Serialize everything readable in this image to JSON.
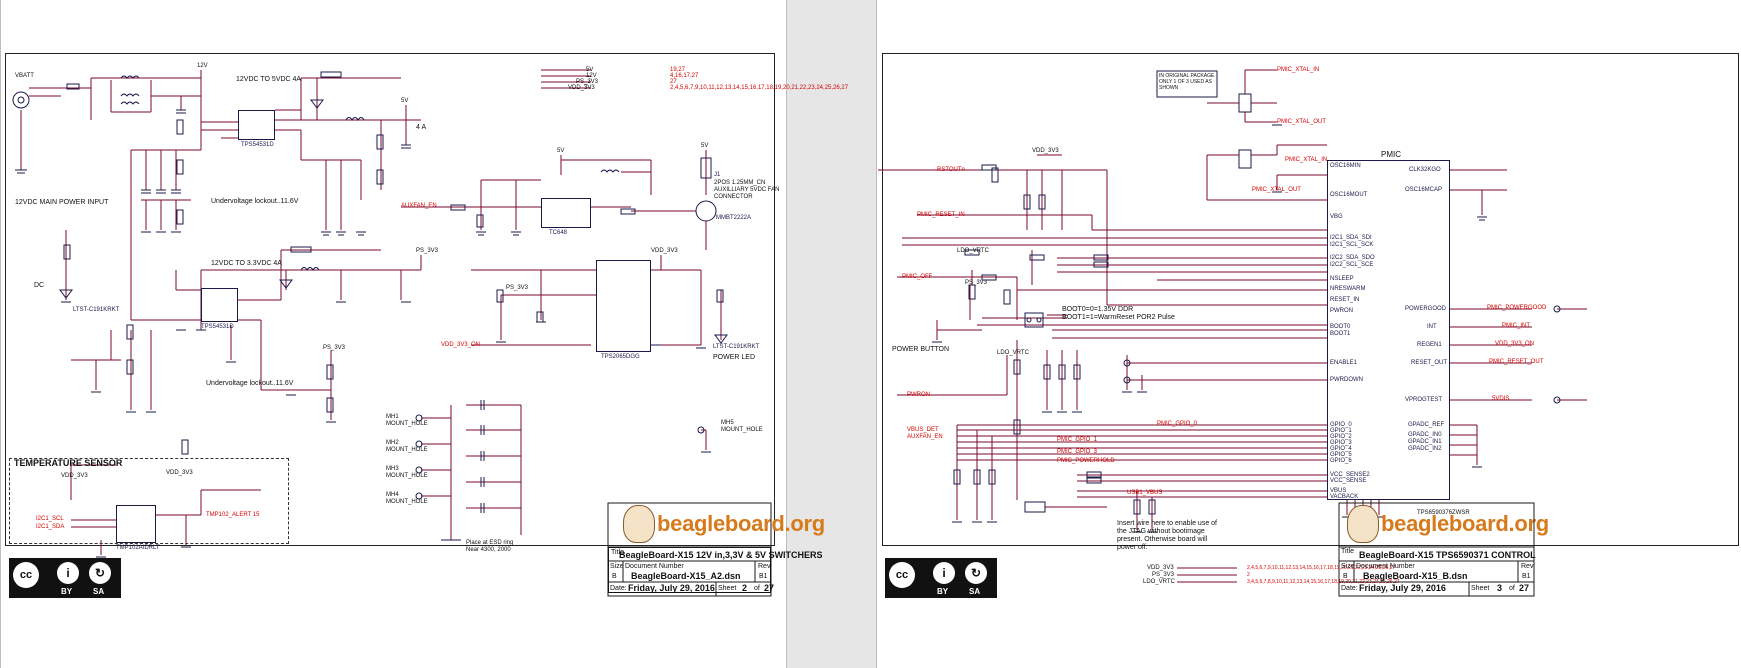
{
  "sheet_left": {
    "title": "BeagleBoard-X15 12V in,3,3V & 5V SWITCHERS",
    "doc_number": "BeagleBoard-X15_A2.dsn",
    "size": "B",
    "rev": "B1",
    "date": "Friday, July 29, 2016",
    "sheet_no": "2",
    "sheet_of": "27",
    "logo": "beagleboard.org",
    "section_main_power": "12VDC MAIN POWER INPUT",
    "conv1_title": "12VDC TO 5VDC 4A",
    "conv2_title": "12VDC TO 3.3VDC 4A",
    "uvlo1": "Undervoltage lockout..11.6V",
    "uvlo2": "Undervoltage lockout..11.6V",
    "four_a": "4 A",
    "fan_connector": "2POS 1.25MM_CN AUXILLIARY 5VDC FAN CONNECTOR",
    "power_led": "POWER LED",
    "temp_sensor": "TEMPERATURE SENSOR",
    "esd_note": "Place at ESD ring Near 4300, 2000",
    "dc_label": "DC",
    "vbatt": "VBATT",
    "j1": "J1",
    "u1": "TPS54531D",
    "u2": "TPS54531D",
    "u3": "TPS2065DGG",
    "u4": "TMP102AIDRLT",
    "u5": "TC648",
    "q1": "MMBT2222A",
    "d41": "LTST-C191KRKT",
    "d8": "LTST-C191KRKT",
    "mount_holes": [
      "MH1 MOUNT_HOLE",
      "MH2 MOUNT_HOLE",
      "MH3 MOUNT_HOLE",
      "MH4 MOUNT_HOLE"
    ],
    "mh5": "MH5 MOUNT_HOLE",
    "net_12v": "12V",
    "net_5v": "5V",
    "net_vdd3v3": "VDD_3V3",
    "net_ps3v3": "PS_3V3",
    "net_auxfan": "AUXFAN_EN",
    "net_vdd3v3_on": "VDD_3V3_ON",
    "net_tmp_alert": "TMP102_ALERT 15",
    "net_i2c_scl": "I2C1_SCL",
    "net_i2c_sda": "I2C1_SDA",
    "top_nets": [
      "5V",
      "12V",
      "PS_3V3",
      "VDD_3V3"
    ],
    "top_refs": [
      "19,27",
      "4,16,17,27",
      "27",
      "2,4,5,6,7,9,10,11,12,13,14,15,16,17,18,19,20,21,22,23,24,25,26,27"
    ]
  },
  "sheet_right": {
    "title": "BeagleBoard-X15 TPS6590371 CONTROL",
    "doc_number": "BeagleBoard-X15_B.dsn",
    "size": "B",
    "rev": "B1",
    "date": "Friday, July 29, 2016",
    "sheet_no": "3",
    "sheet_of": "27",
    "logo": "beagleboard.org",
    "pmic_label": "PMIC",
    "pmic_part": "TPS6590376ZWSR",
    "power_button": "POWER BUTTON",
    "boot_note1": "BOOT0=0=1.35V DDR",
    "boot_note2": "BOOT1=1=WarmReset POR2 Pulse",
    "jtag_note": "Insert wire here to enable use of the JTAG without bootimage present. Otherwise board will power off.",
    "xtal_note": "IN ORIGINAL PACKAGE ONLY 1 OF 3 USED AS SHOWN",
    "net_pmic_xtal_in": "PMIC_XTAL_IN",
    "net_pmic_xtal_out": "PMIC_XTAL_OUT",
    "net_rstoutn": "RSTOUTn",
    "net_pmic_reset_in": "PMIC_RESET_IN",
    "net_pmic_off": "PMIC_OFF",
    "net_pwron": "PWRON",
    "net_vdd3v3": "VDD_3V3",
    "net_ldo_vrtc": "LDO_VRTC",
    "net_pmic_powergood": "PMIC_POWERGOOD",
    "net_pmic_int": "PMIC_INT",
    "net_vdd_3v3_on": "VDD_3V3_ON",
    "net_pmic_reset_out": "PMIC_RESET_OUT",
    "net_5vdis": "5VDIS",
    "net_vbus_det": "VBUS_DET",
    "net_auxfan_en": "AUXFAN_EN",
    "net_pmic_gpio0": "PMIC_GPIO_0",
    "net_pmic_gpio1": "PMIC_GPIO_1",
    "net_pmic_gpio3": "PMIC_GPIO_3",
    "net_pmic_powerhold": "PMIC_POWERHOLD",
    "net_usb1_vbus": "USB1_VBUS",
    "pmic_left_pins": [
      "OSC16MIN",
      "OSC16MOUT",
      "VBG",
      "I2C1_SDA_SDI",
      "I2C1_SCL_SCK",
      "I2C2_SDA_SDO",
      "I2C2_SCL_SCE",
      "NSLEEP",
      "NRESWARM",
      "RESET_IN",
      "PWRON",
      "BOOT0",
      "BOOT1",
      "ENABLE1",
      "PWRDOWN",
      "GPIO_0",
      "GPIO_1",
      "GPIO_2",
      "GPIO_3",
      "GPIO_4",
      "GPIO_5",
      "GPIO_6",
      "VCC_SENSE2",
      "VCC_SENSE",
      "VBUS",
      "VACBACK"
    ],
    "pmic_right_pins": [
      "CLK32KGO",
      "OSC16MCAP",
      "POWERGOOD",
      "INT",
      "REGEN1",
      "RESET_OUT",
      "VPROGTEST",
      "GPADC_REF",
      "GPADC_IN0",
      "GPADC_IN1",
      "GPADC_IN2"
    ],
    "bottom_nets": [
      "VDD_3V3",
      "PS_3V3",
      "LDO_VRTC"
    ],
    "bottom_refs": [
      "2,4,5,6,7,9,10,11,12,13,14,15,16,17,18,19,20,21,22,23,24,25,26,27",
      "2",
      "3,4,5,6,7,8,9,10,11,12,13,14,15,16,17,18,19,20,21,22,23,24,25,26,27"
    ]
  },
  "license": {
    "cc": "cc",
    "by": "BY",
    "sa": "SA"
  },
  "title_block_labels": {
    "title": "Title",
    "size": "Size",
    "doc": "Document Number",
    "rev": "Rev",
    "date": "Date:",
    "sheet": "Sheet",
    "of": "of"
  }
}
